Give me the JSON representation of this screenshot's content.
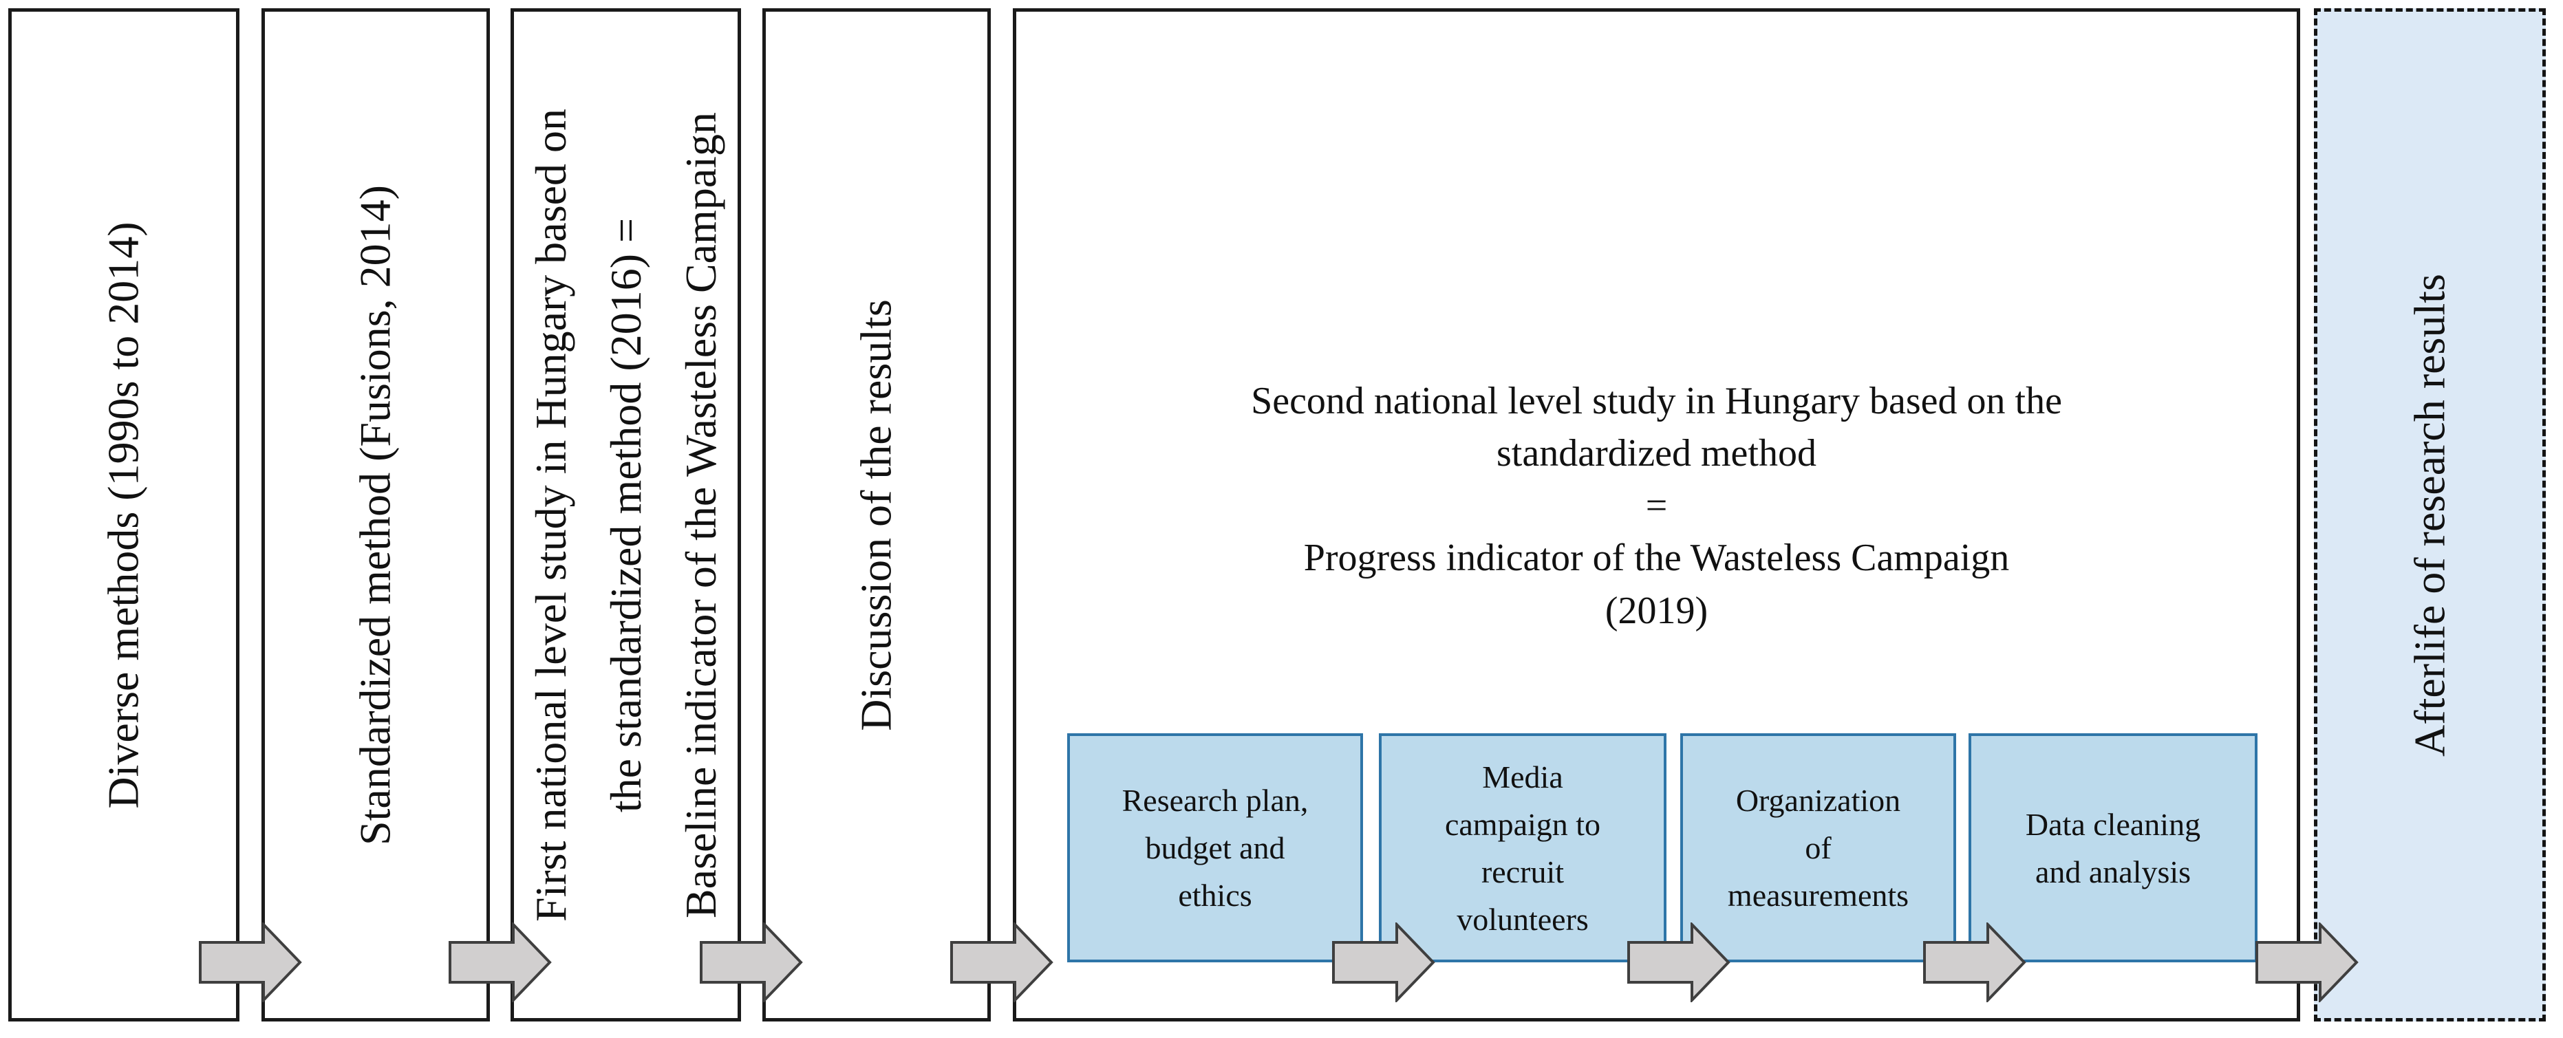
{
  "diagram": {
    "type": "process-flowchart",
    "stages": [
      {
        "id": "stage-1",
        "label": "Diverse methods (1990s to 2014)"
      },
      {
        "id": "stage-2",
        "label": "Standardized method (Fusions, 2014)"
      },
      {
        "id": "stage-3",
        "label": "First national level study in Hungary based on\nthe standardized method (2016) =\nBaseline indicator of the Wasteless Campaign"
      },
      {
        "id": "stage-4",
        "label": "Discussion of the results"
      },
      {
        "id": "stage-5",
        "label": "Second national level study in Hungary based on the\nstandardized method\n=\nProgress indicator of the Wasteless Campaign\n(2019)",
        "substeps": [
          {
            "label": "Research plan,\nbudget and\nethics"
          },
          {
            "label": "Media\ncampaign to\nrecruit\nvolunteers"
          },
          {
            "label": "Organization\nof\nmeasurements"
          },
          {
            "label": "Data cleaning\nand analysis"
          }
        ]
      },
      {
        "id": "stage-6",
        "label": "Afterlife of research results"
      }
    ],
    "arrow_count": 8,
    "colors": {
      "box_border": "#1a1a1a",
      "box_fill": "#ffffff",
      "substep_fill": "#bcdaec",
      "substep_border": "#2e75a8",
      "final_stage_fill": "#dce9f6",
      "arrow_fill": "#d1cfcf",
      "arrow_stroke": "#3f3f3f"
    }
  }
}
